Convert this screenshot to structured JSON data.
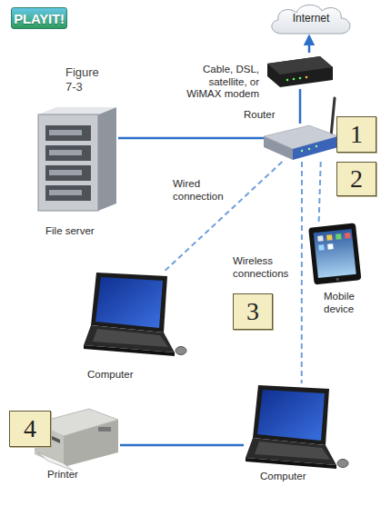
{
  "diagram": {
    "nodes": [
      {
        "text": [
          "PLAYIT!"
        ]
      },
      {
        "text": [
          "Internet"
        ]
      },
      {
        "text": [
          "Cable, DSL, satellite, or WiMAX modem"
        ]
      },
      {
        "text": [
          "1"
        ]
      },
      {
        "text": [
          "Router"
        ]
      },
      {
        "text": [
          "File server"
        ]
      },
      {
        "text": [
          "2"
        ]
      },
      {
        "text": [
          "Mobile device"
        ]
      },
      {
        "text": [
          "Computer"
        ]
      },
      {
        "text": [
          "3"
        ]
      },
      {
        "text": [
          "4"
        ]
      },
      {
        "text": [
          "Printer"
        ]
      },
      {
        "text": [
          "Computer"
        ]
      }
    ],
    "edges": [
      {
        "from": 2,
        "to": 1,
        "arrow": "to"
      },
      {
        "from": 4,
        "to": 2,
        "arrow": "none"
      },
      {
        "from": 5,
        "to": 4,
        "label": "Wired connection",
        "arrow": "none"
      },
      {
        "from": 4,
        "to": 7,
        "arrow": "none"
      },
      {
        "from": 4,
        "to": 8,
        "arrow": "none"
      },
      {
        "from": 4,
        "to": 12,
        "arrow": "none"
      },
      {
        "from": 11,
        "to": 12,
        "arrow": "none"
      }
    ],
    "labels": [
      "Figure 7-3",
      "Wireless connections"
    ]
  }
}
